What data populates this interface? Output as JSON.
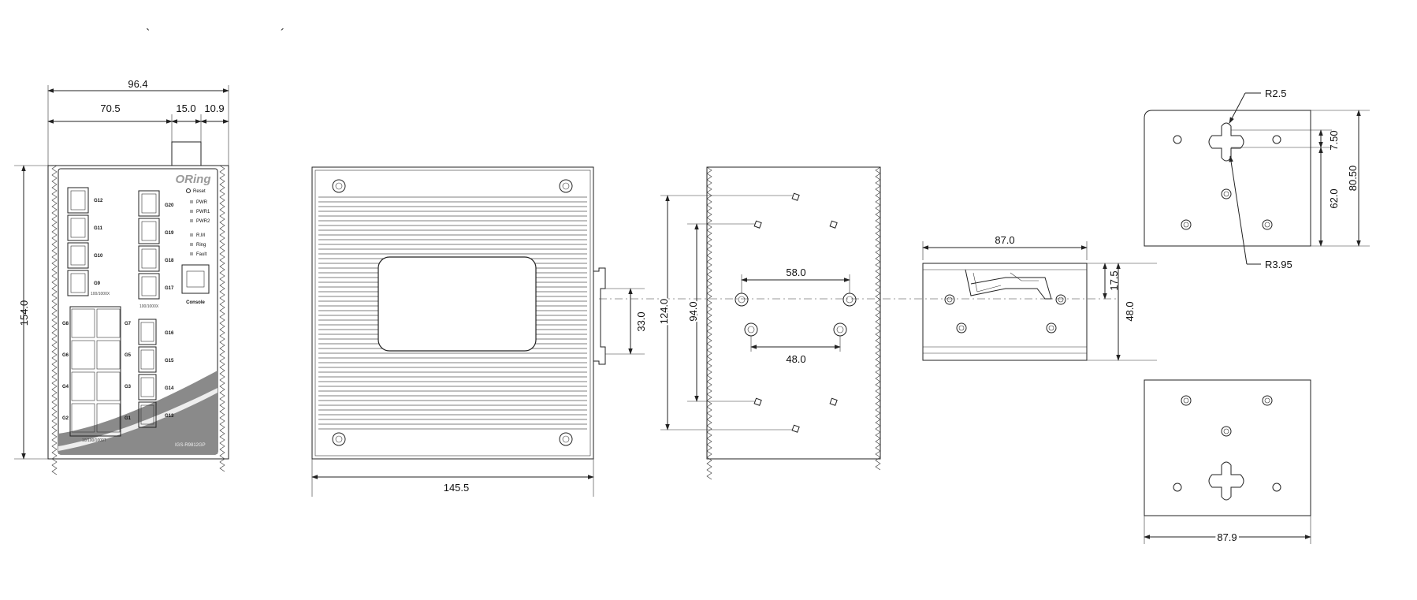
{
  "marks": {
    "left": "`",
    "right": "´"
  },
  "front_view": {
    "brand": "ORing",
    "reset_label": "Reset",
    "model": "IGS-R9812GP",
    "console_label": "Console",
    "leds": [
      "PWR",
      "PWR1",
      "PWR2",
      "R.M",
      "Ring",
      "Fault"
    ],
    "sfp_left_ports": [
      "G12",
      "G11",
      "G10",
      "G9"
    ],
    "sfp_left_caption": "100/1000X",
    "sfp_right_ports": [
      "G20",
      "G19",
      "G18",
      "G17"
    ],
    "sfp_right_caption": "100/1000X",
    "rj45_left_ports": [
      "G8",
      "G6",
      "G4",
      "G2"
    ],
    "rj45_right_ports": [
      "G7",
      "G5",
      "G3",
      "G1"
    ],
    "rj45_caption": "10/100/1000T",
    "poe_ports": [
      "G16",
      "G15",
      "G14",
      "G13"
    ],
    "dimensions": {
      "overall_width": "96.4",
      "body_width": "70.5",
      "connector_width": "15.0",
      "rear_width": "10.9",
      "height": "154.0"
    }
  },
  "side_view": {
    "width": "145.5",
    "clip_height": "33.0"
  },
  "back_view": {
    "outer_hole_span": "124.0",
    "inner_hole_span": "94.0",
    "upper_hole_pitch": "58.0",
    "lower_hole_pitch": "48.0"
  },
  "din_rail": {
    "width": "87.0",
    "top_offset": "17.5",
    "height": "48.0"
  },
  "wall_bracket": {
    "slot_radius": "R2.5",
    "small_offset": "7.50",
    "hole_height": "62.0",
    "overall_height": "80.50",
    "lower_radius": "R3.95",
    "width": "87.9"
  },
  "colors": {
    "line": "#222222",
    "panel_gray": "#8a8a8a"
  }
}
